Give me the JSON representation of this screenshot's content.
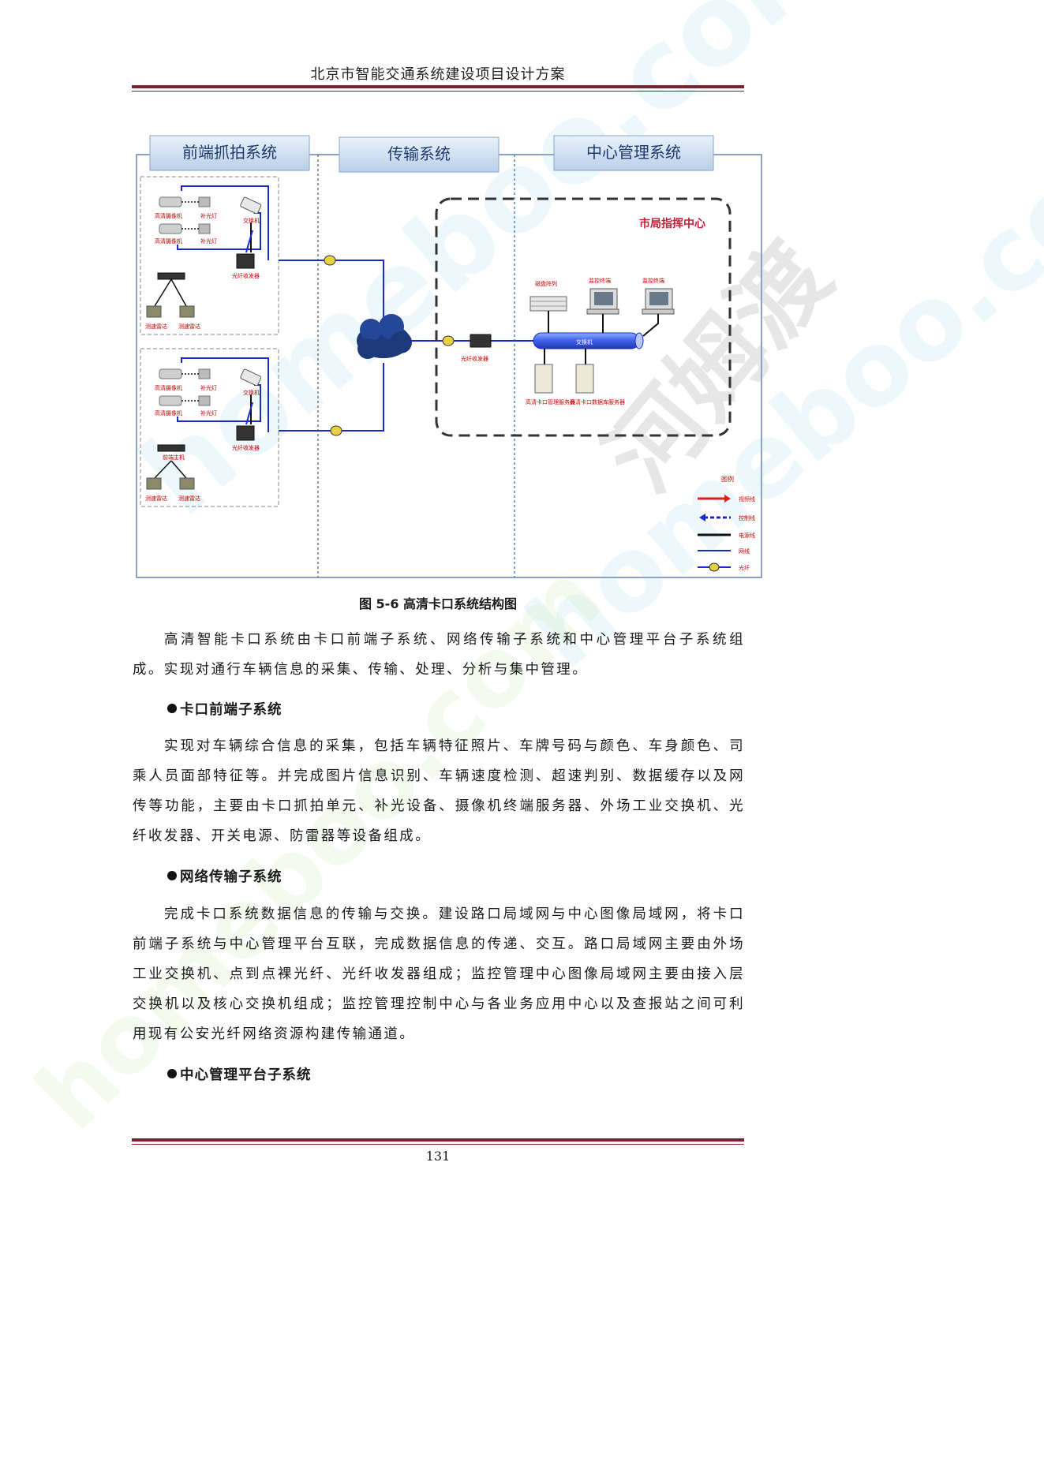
{
  "header": {
    "title": "北京市智能交通系统建设项目设计方案"
  },
  "figure": {
    "sections": {
      "front": "前端抓拍系统",
      "transport": "传输系统",
      "center": "中心管理系统"
    },
    "front_labels": {
      "camera": "高清摄像机",
      "fill_light": "补光灯",
      "switch": "交换机",
      "fiber_transceiver": "光纤收发器",
      "front_host": "前端主机",
      "speed_radar": "测速雷达"
    },
    "center": {
      "title": "市局指挥中心",
      "disk_array": "磁盘阵列",
      "monitor_terminal": "监控终端",
      "switch": "交换机",
      "fiber_transceiver": "光纤收发器",
      "mgmt_server": "高清卡口管理服务器",
      "db_server": "高清卡口数据库服务器"
    },
    "legend": {
      "title": "图例",
      "video": "视频线",
      "control": "控制线",
      "power": "电源线",
      "network": "网线",
      "fiber": "光纤",
      "colors": {
        "video": "#e02020",
        "control": "#1a2ad0",
        "power": "#111111",
        "network": "#1a2ad0",
        "fiber": "#1a2ad0"
      }
    }
  },
  "caption": "图 5-6 高清卡口系统结构图",
  "body": {
    "intro": "高清智能卡口系统由卡口前端子系统、网络传输子系统和中心管理平台子系统组成。实现对通行车辆信息的采集、传输、处理、分析与集中管理。",
    "b1_title": "卡口前端子系统",
    "b1_text": "实现对车辆综合信息的采集，包括车辆特征照片、车牌号码与颜色、车身颜色、司乘人员面部特征等。并完成图片信息识别、车辆速度检测、超速判别、数据缓存以及网传等功能，主要由卡口抓拍单元、补光设备、摄像机终端服务器、外场工业交换机、光纤收发器、开关电源、防雷器等设备组成。",
    "b2_title": "网络传输子系统",
    "b2_text": "完成卡口系统数据信息的传输与交换。建设路口局域网与中心图像局域网，将卡口前端子系统与中心管理平台互联，完成数据信息的传递、交互。路口局域网主要由外场工业交换机、点到点裸光纤、光纤收发器组成；监控管理中心图像局域网主要由接入层交换机以及核心交换机组成；监控管理控制中心与各业务应用中心以及查报站之间可利用现有公安光纤网络资源构建传输通道。",
    "b3_title": "中心管理平台子系统"
  },
  "page_number": "131",
  "watermarks": {
    "site": "homeboo.com",
    "brand": "河姆渡"
  }
}
